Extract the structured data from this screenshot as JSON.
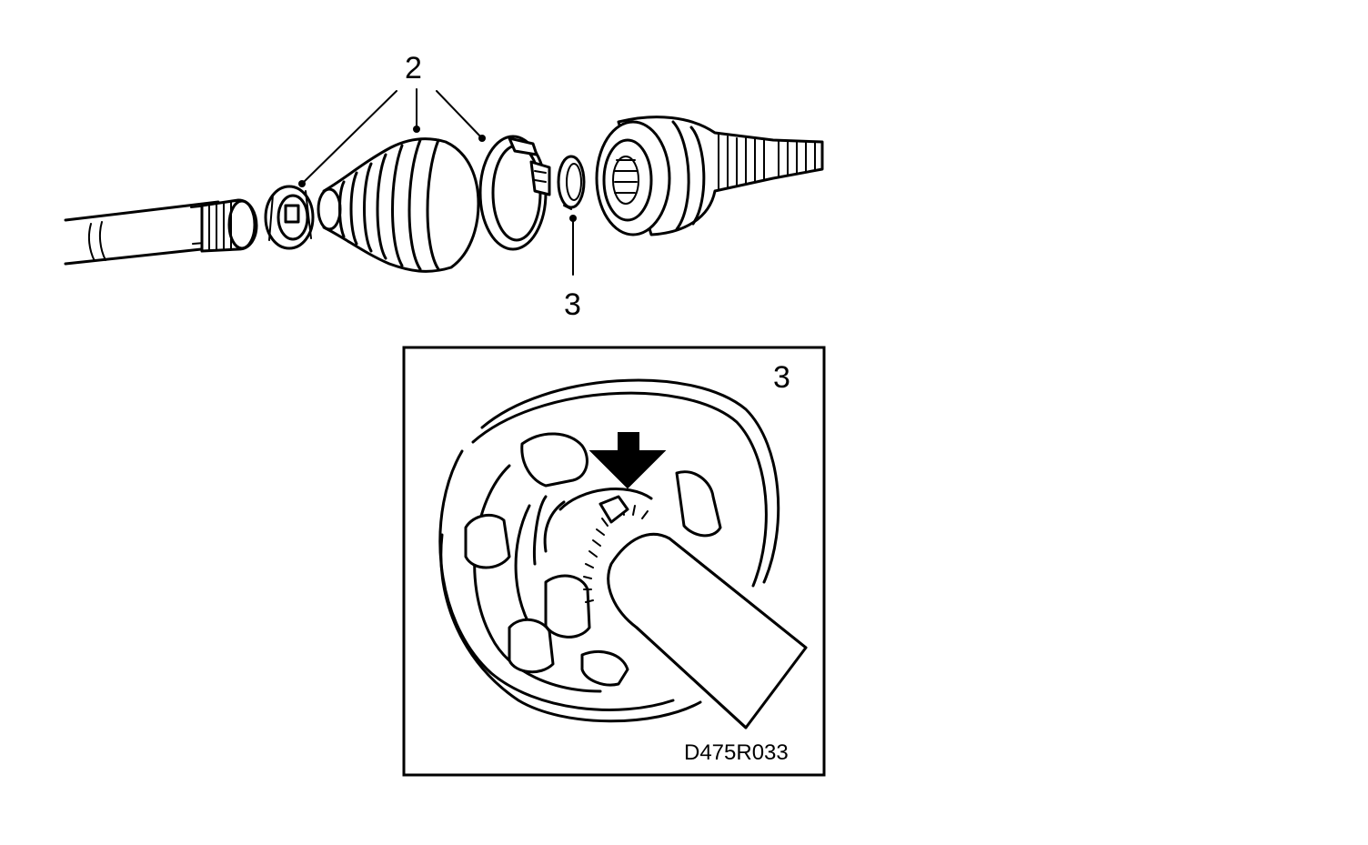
{
  "callouts": {
    "boot_clamps": "2",
    "circlip": "3"
  },
  "detail": {
    "number": "3",
    "drawing_code": "D475R033"
  },
  "colors": {
    "ink": "#000000",
    "paper": "#ffffff"
  }
}
